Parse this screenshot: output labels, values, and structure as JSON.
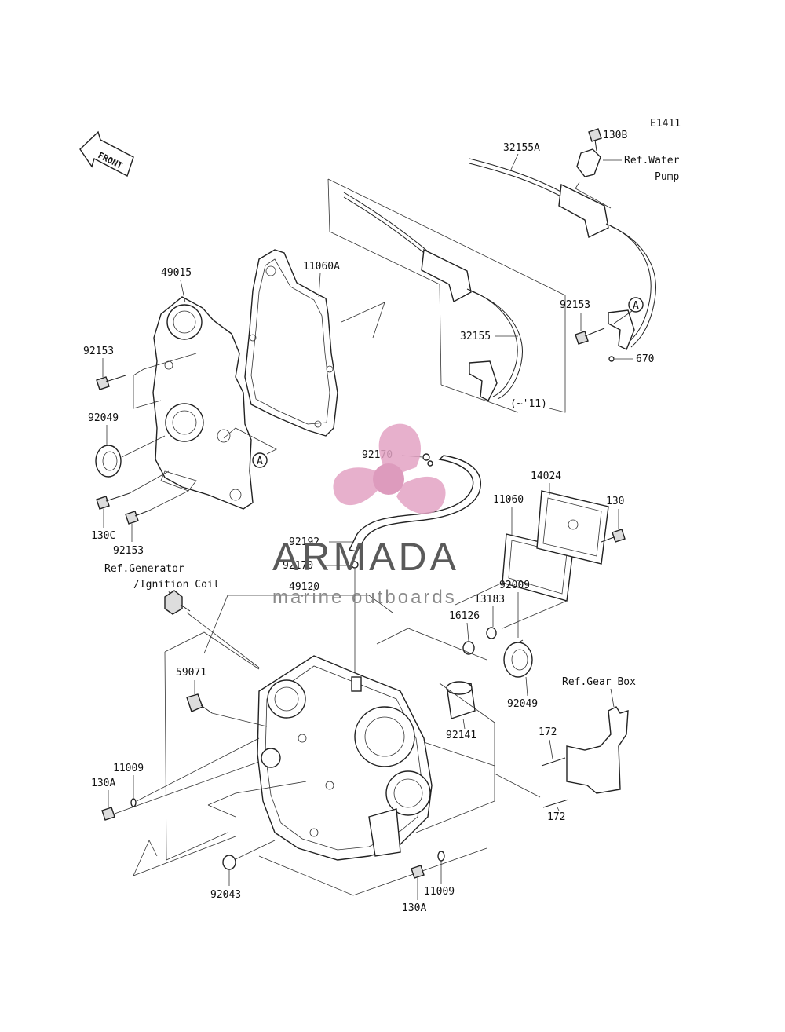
{
  "diagram_code": "E1411",
  "front_label": "FRONT",
  "parts": {
    "p130B": "130B",
    "p32155A": "32155A",
    "p32155": "32155",
    "p11060A": "11060A",
    "p49015": "49015",
    "p92153_a": "92153",
    "p92153_b": "92153",
    "p92153_c": "92153",
    "p92049_a": "92049",
    "p92049_b": "92049",
    "p130C": "130C",
    "p670": "670",
    "p92170_a": "92170",
    "p92170_b": "92170",
    "p14024": "14024",
    "p11060": "11060",
    "p130": "130",
    "p92192": "92192",
    "p49120": "49120",
    "p92009": "92009",
    "p13183": "13183",
    "p16126": "16126",
    "p59071": "59071",
    "p92141": "92141",
    "p172_a": "172",
    "p172_b": "172",
    "p11009_a": "11009",
    "p11009_b": "11009",
    "p130A_a": "130A",
    "p130A_b": "130A",
    "p92043": "92043"
  },
  "refs": {
    "water_pump_1": "Ref.Water",
    "water_pump_2": "Pump",
    "generator_1": "Ref.Generator",
    "generator_2": "/Ignition Coil",
    "gear_box": "Ref.Gear Box"
  },
  "callouts": {
    "a1": "A",
    "a2": "A"
  },
  "version_note": "(~'11)",
  "watermark": {
    "brand": "ARMADA",
    "tagline": "marine outboards",
    "color_pink": "#e3a3c4",
    "color_pink_dark": "#d88ab2"
  }
}
